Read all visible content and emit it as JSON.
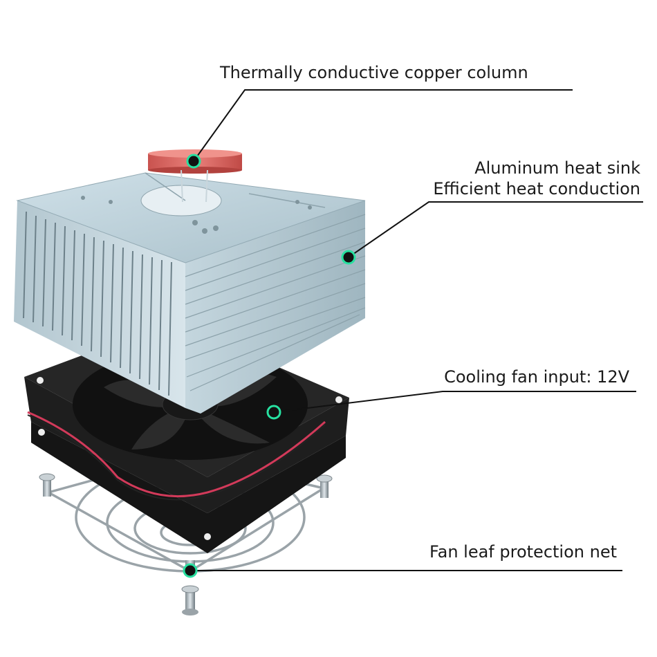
{
  "labels": {
    "copper_column": "Thermally conductive copper column",
    "heat_sink_line1": "Aluminum heat sink",
    "heat_sink_line2": "Efficient heat conduction",
    "fan": "Cooling fan input: 12V",
    "net": "Fan leaf protection net"
  },
  "colors": {
    "copper": "#d9655f",
    "aluminum": "#b9cdd6",
    "fan": "#1c1c1c",
    "wire_red": "#d23a5a",
    "marker": "#27e0a0",
    "leader_line": "#111111"
  }
}
